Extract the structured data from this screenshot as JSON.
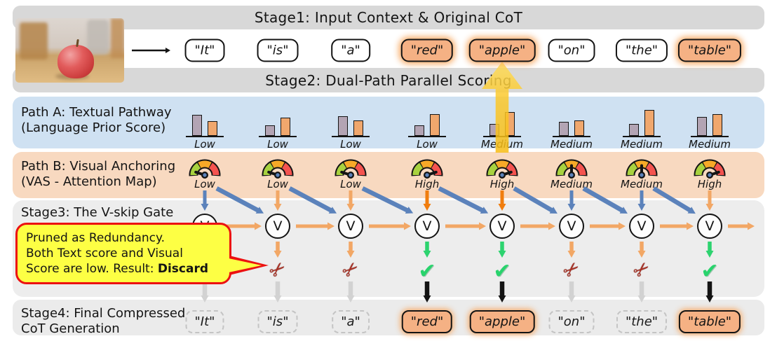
{
  "stage1": {
    "title": "Stage1: Input Context & Original CoT"
  },
  "stage2": {
    "title": "Stage2: Dual-Path Parallel Scoring"
  },
  "path_a": {
    "label_line1": "Path A: Textual Pathway",
    "label_line2": "(Language Prior Score)"
  },
  "path_b": {
    "label_line1": "Path B: Visual Anchoring",
    "label_line2": "(VAS - Attention  Map)"
  },
  "stage3": {
    "title": "Stage3: The V-skip Gate"
  },
  "stage4": {
    "label_line1": "Stage4: Final Compressed",
    "label_line2": "CoT Generation"
  },
  "bubble": {
    "line1": "Pruned as Redundancy.",
    "line2": "Both Text score and Visual",
    "line3_prefix": "Score are low. Result: ",
    "line3_bold": "Discard"
  },
  "icons": {
    "v_gate": "V",
    "scissors": "✂",
    "check": "✔"
  },
  "colors": {
    "band_gray": "#d8d8d8",
    "path_a_bg": "#cfe1f2",
    "path_b_bg": "#f8d9c0",
    "highlight_orange": "#f5b184",
    "arrow_blue": "#5b82bb",
    "arrow_orange_light": "#f2a765",
    "arrow_orange_dark": "#f07d0e",
    "keep_green": "#2dd36f",
    "prune_gray": "#d2d2d2",
    "arrow_black": "#141414",
    "bar_gray": "#b3a4b4",
    "bar_orange": "#f0a76d",
    "gauge_green": "#a8d23f",
    "gauge_yellow": "#f7a928",
    "gauge_red": "#f4534f",
    "gauge_hub_blue": "#5b82bb",
    "bubble_yellow": "#fdff44",
    "bubble_border_red": "#ec1111",
    "big_arrow_yellow": "#fcc82c"
  },
  "columns": [
    {
      "token": "\"It\"",
      "highlight": false,
      "path_a_score": "Low",
      "bars": {
        "gray": 30,
        "orange": 21
      },
      "path_b_score": "Low",
      "gauge": "low",
      "v_in": "blue",
      "decision": "discard"
    },
    {
      "token": "\"is\"",
      "highlight": false,
      "path_a_score": "Low",
      "bars": {
        "gray": 15,
        "orange": 26
      },
      "path_b_score": "Low",
      "gauge": "low",
      "v_in": "orange-light",
      "decision": "discard"
    },
    {
      "token": "\"a\"",
      "highlight": false,
      "path_a_score": "Low",
      "bars": {
        "gray": 28,
        "orange": 22
      },
      "path_b_score": "Low",
      "gauge": "low",
      "v_in": "orange-light",
      "decision": "discard"
    },
    {
      "token": "\"red\"",
      "highlight": true,
      "path_a_score": "Low",
      "bars": {
        "gray": 15,
        "orange": 31
      },
      "path_b_score": "High",
      "gauge": "high",
      "v_in": "orange-dark",
      "decision": "keep"
    },
    {
      "token": "\"apple\"",
      "highlight": true,
      "path_a_score": "Medium",
      "bars": {
        "gray": 17,
        "orange": 34
      },
      "path_b_score": "High",
      "gauge": "high",
      "v_in": "orange-dark",
      "decision": "keep"
    },
    {
      "token": "\"on\"",
      "highlight": false,
      "path_a_score": "Medium",
      "bars": {
        "gray": 20,
        "orange": 22
      },
      "path_b_score": "Medium",
      "gauge": "medium",
      "v_in": "blue",
      "decision": "discard"
    },
    {
      "token": "\"the\"",
      "highlight": false,
      "path_a_score": "Medium",
      "bars": {
        "gray": 17,
        "orange": 37
      },
      "path_b_score": "Medium",
      "gauge": "medium",
      "v_in": "blue",
      "decision": "discard"
    },
    {
      "token": "\"table\"",
      "highlight": true,
      "path_a_score": "Medium",
      "bars": {
        "gray": 27,
        "orange": 31
      },
      "path_b_score": "High",
      "gauge": "high",
      "v_in": "orange-light",
      "decision": "keep"
    }
  ]
}
